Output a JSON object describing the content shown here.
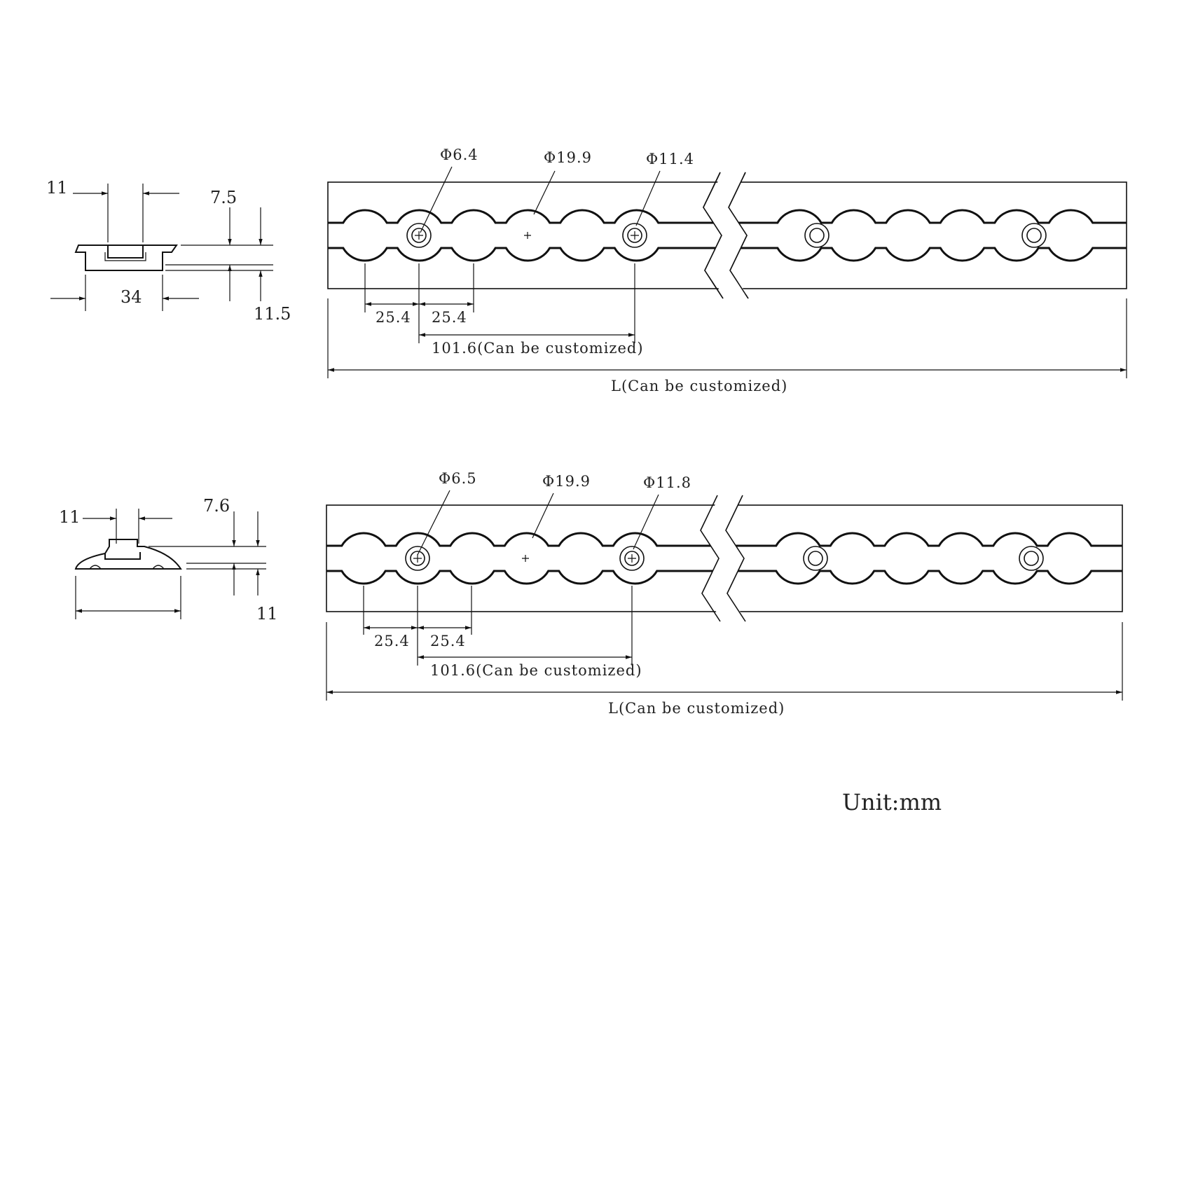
{
  "unit_label": "Unit:mm",
  "drawing_top": {
    "profile": {
      "slot_width": "11",
      "overall_width": "34",
      "slot_depth": "7.5",
      "total_height": "11.5"
    },
    "plan": {
      "callout_hole": "Φ6.4",
      "callout_scallop": "Φ19.9",
      "callout_counterbore": "Φ11.4",
      "pitch_a": "25.4",
      "pitch_b": "25.4",
      "hole_spacing": "101.6(Can be customized)",
      "length": "L(Can be customized)"
    }
  },
  "drawing_bottom": {
    "profile": {
      "slot_width": "11",
      "slot_depth": "7.6",
      "total_height": "11"
    },
    "plan": {
      "callout_hole": "Φ6.5",
      "callout_scallop": "Φ19.9",
      "callout_counterbore": "Φ11.8",
      "pitch_a": "25.4",
      "pitch_b": "25.4",
      "hole_spacing": "101.6(Can be customized)",
      "length": "L(Can be customized)"
    }
  }
}
